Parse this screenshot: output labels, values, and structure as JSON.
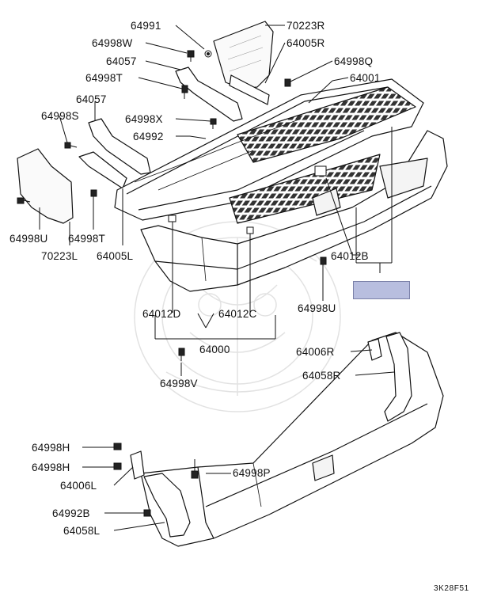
{
  "diagram": {
    "reference_code": "3K28F51",
    "highlight_color": "#b8bedf",
    "labels": {
      "p64991": "64991",
      "p70223R": "70223R",
      "p64998W": "64998W",
      "p64005R": "64005R",
      "p64057_top": "64057",
      "p64998Q": "64998Q",
      "p64998T_top": "64998T",
      "p64001": "64001",
      "p64057_mid": "64057",
      "p64998S": "64998S",
      "p64998X": "64998X",
      "p64992": "64992",
      "p64998U_left": "64998U",
      "p64998T_bot": "64998T",
      "p70223L": "70223L",
      "p64005L": "64005L",
      "p64012B": "64012B",
      "p64998U_right": "64998U",
      "p64012D": "64012D",
      "p64012C": "64012C",
      "p64000": "64000",
      "p64006R": "64006R",
      "p64058R": "64058R",
      "p64998V": "64998V",
      "p64998H_1": "64998H",
      "p64998H_2": "64998H",
      "p64998P": "64998P",
      "p64006L": "64006L",
      "p64992B": "64992B",
      "p64058L": "64058L"
    }
  }
}
